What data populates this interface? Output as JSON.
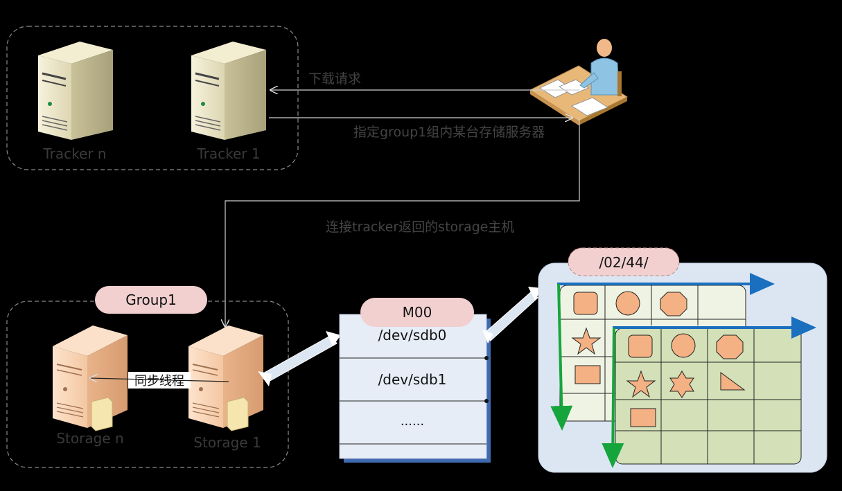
{
  "trackers": {
    "tracker_n": "Tracker n",
    "tracker_1": "Tracker 1"
  },
  "messages": {
    "download_request": "下载请求",
    "assign_server": "指定group1组内某台存储服务器",
    "connect_host": "连接tracker返回的storage主机"
  },
  "group": {
    "label": "Group1",
    "storage_n": "Storage n",
    "storage_1": "Storage 1",
    "sync": "同步线程"
  },
  "disk": {
    "label": "M00",
    "rows": [
      "/dev/sdb0",
      "/dev/sdb1",
      "......"
    ]
  },
  "dir": {
    "label": "/02/44/"
  },
  "colors": {
    "shape_fill": "#f4b183",
    "grid_back": "#eef3e4",
    "grid_front": "#d3e0b8",
    "arrow_blue": "#1a6fbf",
    "arrow_green": "#16a53c",
    "tag_pink": "#f2d0d0"
  }
}
